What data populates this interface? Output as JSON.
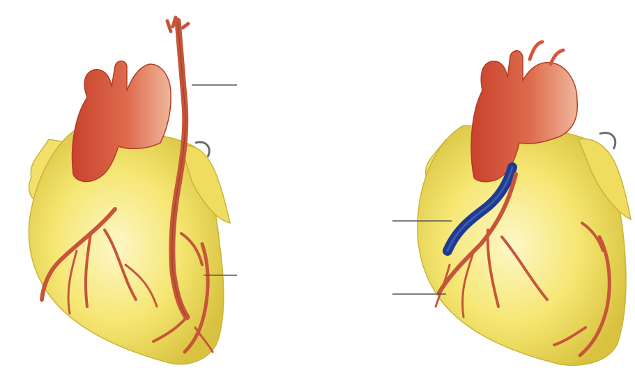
{
  "figure": {
    "panels": [
      {
        "id": "left",
        "graft": "arterial",
        "callout_lines": 2
      },
      {
        "id": "right",
        "graft": "venous",
        "callout_lines": 2
      }
    ],
    "labels": []
  },
  "colors": {
    "background": "#ffffff",
    "myocardium": "#f3e36a",
    "myocardium_highlight": "#fbf4b8",
    "myocardium_shadow": "#c9b436",
    "aorta": "#d9543a",
    "aorta_highlight": "#f2b49a",
    "coronary_artery": "#c6553a",
    "venous_graft": "#1f3b8f",
    "leader_line": "#555555"
  },
  "icons": [
    "heart-illustration",
    "artery-graft",
    "vein-graft"
  ]
}
